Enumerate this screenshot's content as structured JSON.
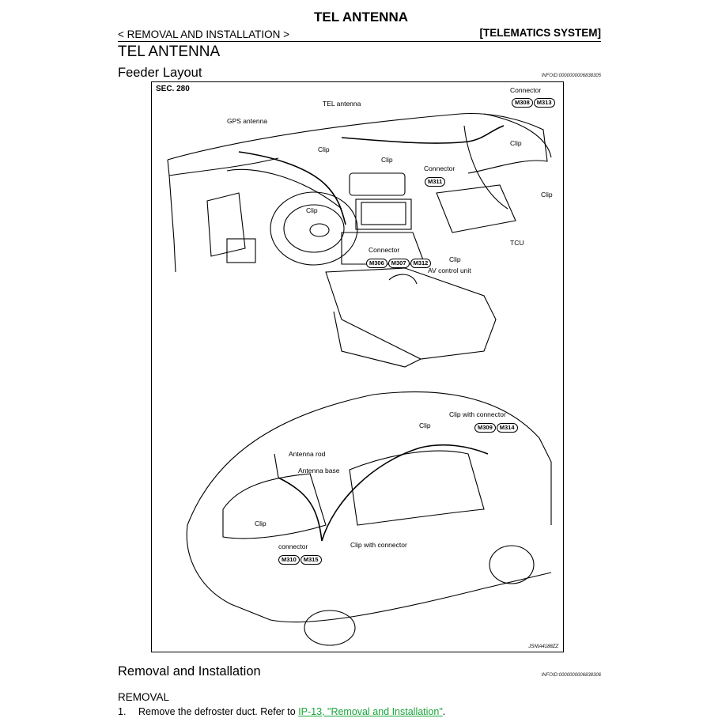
{
  "header": {
    "title": "TEL ANTENNA",
    "nav_link": "< REMOVAL AND INSTALLATION >",
    "section_tag": "[TELEMATICS SYSTEM]"
  },
  "section_title": "TEL ANTENNA",
  "feeder_layout": {
    "heading": "Feeder Layout",
    "infoid": "INFOID:0000000006838305"
  },
  "figure": {
    "sec": "SEC. 280",
    "code": "JSNIA4188ZZ",
    "labels": {
      "tel_antenna": "TEL antenna",
      "gps_antenna": "GPS antenna",
      "clip": "Clip",
      "connector": "Connector",
      "connector_lower": "connector",
      "tcu": "TCU",
      "av_control_unit": "AV control unit",
      "antenna_rod": "Antenna rod",
      "antenna_base": "Antenna base",
      "clip_with_connector": "Clip with connector"
    },
    "connectors": {
      "m306": "M306",
      "m307": "M307",
      "m308": "M308",
      "m310": "M310",
      "m311": "M311",
      "m312": "M312",
      "m313": "M313",
      "m314": "M314",
      "m315": "M315"
    }
  },
  "removal": {
    "heading": "Removal and Installation",
    "infoid": "INFOID:0000000006838306",
    "subheading": "REMOVAL",
    "step_number": "1.",
    "step_text": "Remove the defroster duct. Refer to ",
    "step_link": "IP-13, \"Removal and Installation\"",
    "step_end": "."
  }
}
